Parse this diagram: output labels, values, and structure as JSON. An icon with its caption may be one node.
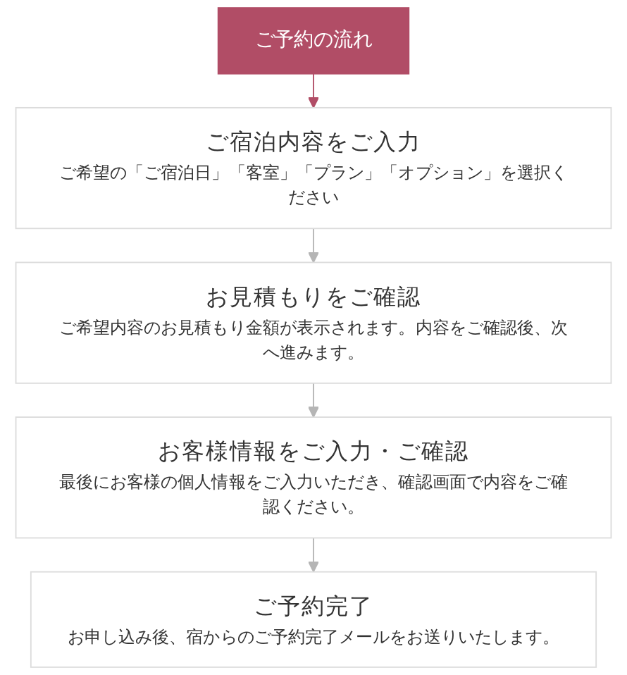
{
  "diagram": {
    "nodes": [
      {
        "text": [
          "ご予約の流れ"
        ]
      },
      {
        "text": [
          "ご宿泊内容をご入力",
          "ご希望の「ご宿泊日」「客室」「プラン」「オプション」を選択ください"
        ]
      },
      {
        "text": [
          "お見積もりをご確認",
          "ご希望内容のお見積もり金額が表示されます。内容をご確認後、次へ進みます。"
        ]
      },
      {
        "text": [
          "お客様情報をご入力・ご確認",
          "最後にお客様の個人情報をご入力いただき、確認画面で内容をご確認ください。"
        ]
      },
      {
        "text": [
          "ご予約完了",
          "お申し込み後、宿からのご予約完了メールをお送りいたします。"
        ]
      }
    ],
    "edges": [
      {
        "from": 0,
        "to": 1,
        "arrow": "to",
        "color": "#b14d66"
      },
      {
        "from": 1,
        "to": 2,
        "arrow": "to"
      },
      {
        "from": 2,
        "to": 3,
        "arrow": "to"
      },
      {
        "from": 3,
        "to": 4,
        "arrow": "to"
      }
    ]
  }
}
